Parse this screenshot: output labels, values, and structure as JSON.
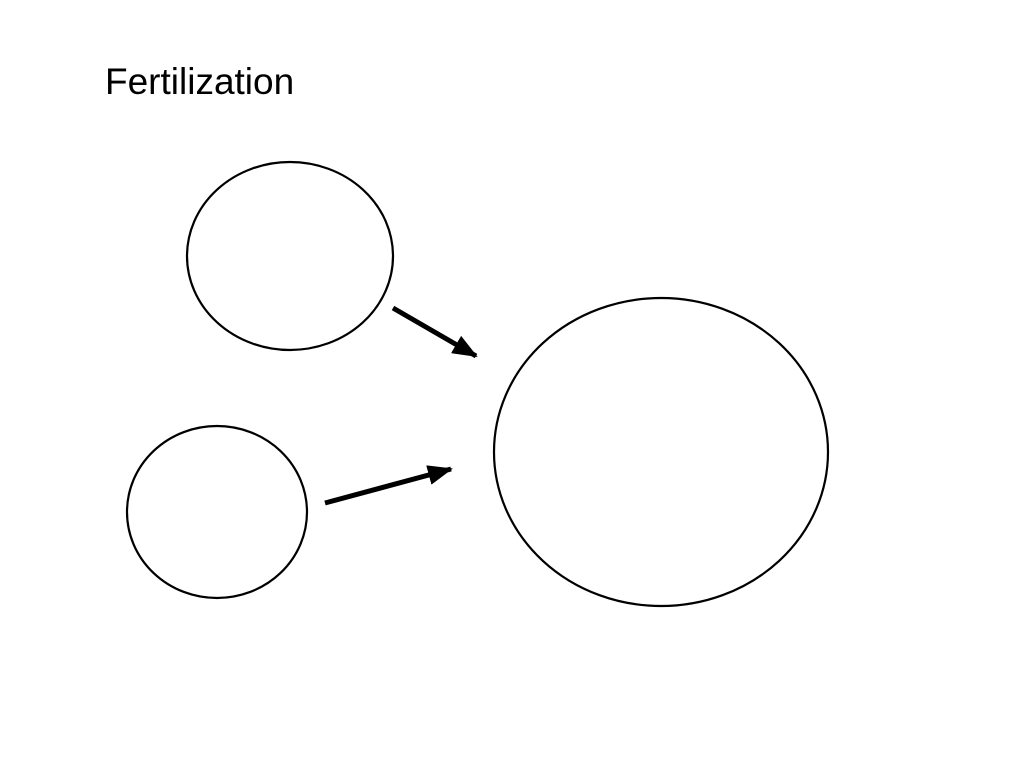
{
  "slide": {
    "title": "Fertilization"
  },
  "colors": {
    "background": "#ffffff",
    "stroke": "#000000"
  },
  "diagram": {
    "nodes": [
      "upper-small-circle",
      "lower-small-circle",
      "large-circle"
    ],
    "edges": [
      {
        "from": "upper-small-circle",
        "to": "large-circle"
      },
      {
        "from": "lower-small-circle",
        "to": "large-circle"
      }
    ]
  }
}
